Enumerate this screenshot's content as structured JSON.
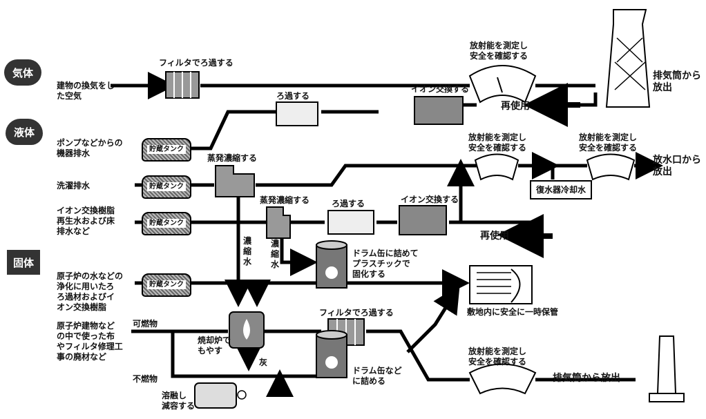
{
  "categories": {
    "gas": "気体",
    "liquid": "液体",
    "solid": "固体"
  },
  "tank_label": "貯蔵タンク",
  "sources": {
    "building_air": "建物の換気をし\nた空気",
    "pump_drain": "ポンプなどからの\n機器排水",
    "wash_drain": "洗濯排水",
    "resin_regen": "イオン交換樹脂\n再生水および床\n排水など",
    "spent_resin": "原子炉の水などの\n浄化に用いたろ\nろ過材およびイ\nオン交換樹脂",
    "solid_waste": "原子炉建物など\nの中で使った布\nやフィルタ修理工\n事の廃材など"
  },
  "process": {
    "filter": "フィルタでろ過する",
    "filter2": "フィルタでろ過する",
    "filtration": "ろ過する",
    "filtration2": "ろ過する",
    "ion_exchange": "イオン交換する",
    "ion_exchange2": "イオン交換する",
    "evaporate": "蒸発濃縮する",
    "evaporate2": "蒸発濃縮する",
    "monitor_top": "放射能を測定し\n安全を確認する",
    "monitor_mid": "放射能を測定し\n安全を確認する",
    "monitor_right": "放射能を測定し\n安全を確認する",
    "monitor_bottom": "放射能を測定し\n安全を確認する",
    "condenser": "復水器冷却水",
    "drum_plastic": "ドラム缶に詰めて\nプラスチックで\n固化する",
    "drum_pack": "ドラム缶など\nに詰める",
    "storage": "敷地内に安全に一時保管",
    "incinerator": "焼却炉で\nもやす",
    "melt": "溶融し\n減容する",
    "ash": "灰",
    "combustible": "可燃物",
    "noncombustible": "不燃物",
    "concentrate1": "濃\n縮\n水",
    "concentrate2": "濃\n縮\n水"
  },
  "outputs": {
    "stack_top": "排気筒から\n放出",
    "reuse_top": "再使用",
    "water_outlet": "放水口から\n放出",
    "reuse_mid": "再使用",
    "stack_bottom": "排気筒から放出"
  }
}
